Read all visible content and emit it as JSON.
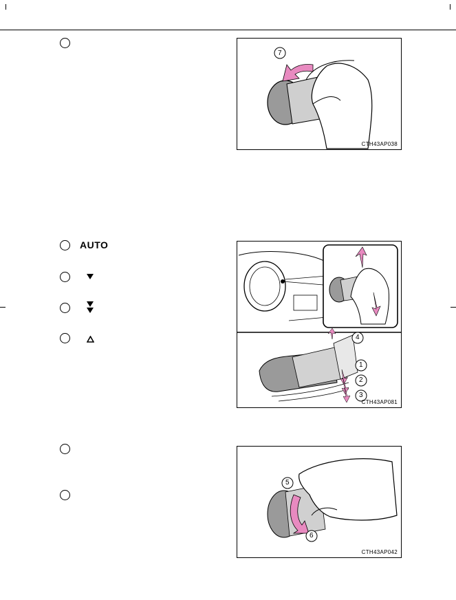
{
  "list_labels": {
    "auto": "AUTO"
  },
  "figures": [
    {
      "id": "fig1",
      "code": "CTH43AP038",
      "callouts": [
        "7"
      ]
    },
    {
      "id": "fig2",
      "code": "CTH43AP081",
      "callouts": [
        "4",
        "1",
        "2",
        "3"
      ]
    },
    {
      "id": "fig3",
      "code": "CTH43AP042",
      "callouts": [
        "5",
        "6"
      ]
    }
  ],
  "colors": {
    "arrow_pink": "#e88ac0",
    "line": "#000000",
    "gray": "#9a9a9a"
  }
}
